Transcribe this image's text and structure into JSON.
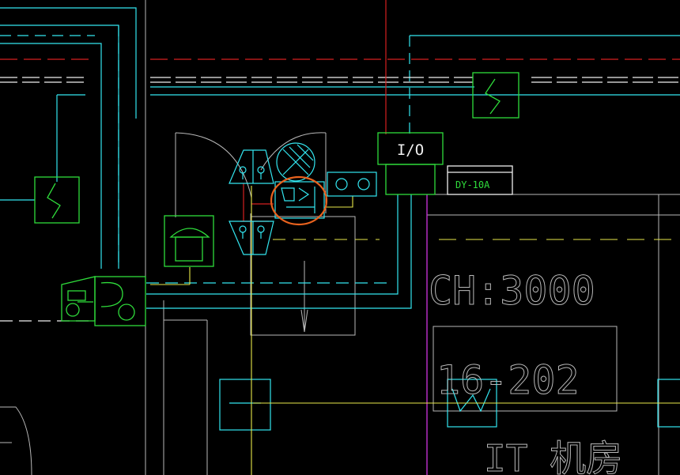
{
  "drawing": {
    "io_label": "I/O",
    "device_label": "DY-10A",
    "ceiling_height": "CH:3000",
    "room_number": "16-202",
    "room_name": "IT 机房"
  },
  "colors": {
    "background": "#000000",
    "cyan": "#33e6f0",
    "green": "#2fdc3b",
    "yellow": "#e8e84a",
    "red": "#d62020",
    "magenta": "#c030d0",
    "white": "#f0f0f0",
    "gray": "#b8b8b8",
    "highlight": "#e8621e"
  }
}
